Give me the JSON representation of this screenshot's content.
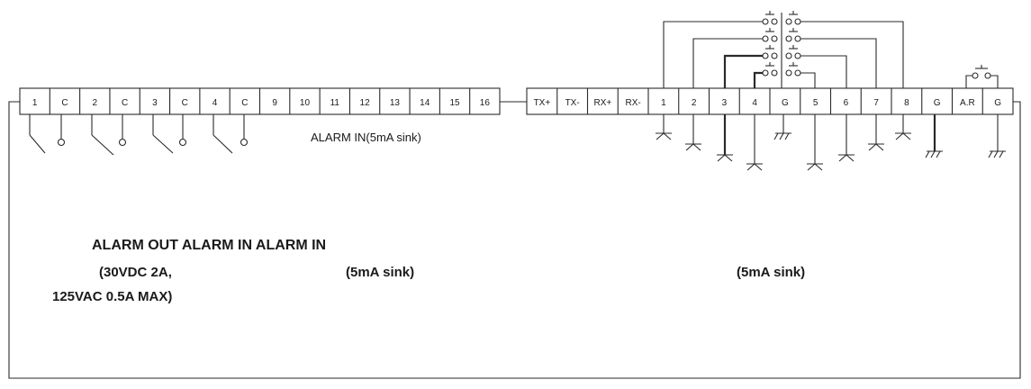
{
  "left_terminals": [
    "1",
    "C",
    "2",
    "C",
    "3",
    "C",
    "4",
    "C",
    "9",
    "10",
    "11",
    "12",
    "13",
    "14",
    "15",
    "16"
  ],
  "right_terminals": [
    "TX+",
    "TX-",
    "RX+",
    "RX-",
    "1",
    "2",
    "3",
    "4",
    "G",
    "5",
    "6",
    "7",
    "8",
    "G",
    "A.R",
    "G"
  ],
  "labels": {
    "alarm_in_small": "ALARM IN(5mA sink)",
    "heading": "ALARM OUT ALARM IN ALARM IN",
    "alarm_out_spec_line1": "(30VDC 2A,",
    "alarm_out_spec_line2": "125VAC 0.5A MAX)",
    "alarm_in_sink_middle": "(5mA sink)",
    "alarm_in_sink_right": "(5mA sink)"
  }
}
